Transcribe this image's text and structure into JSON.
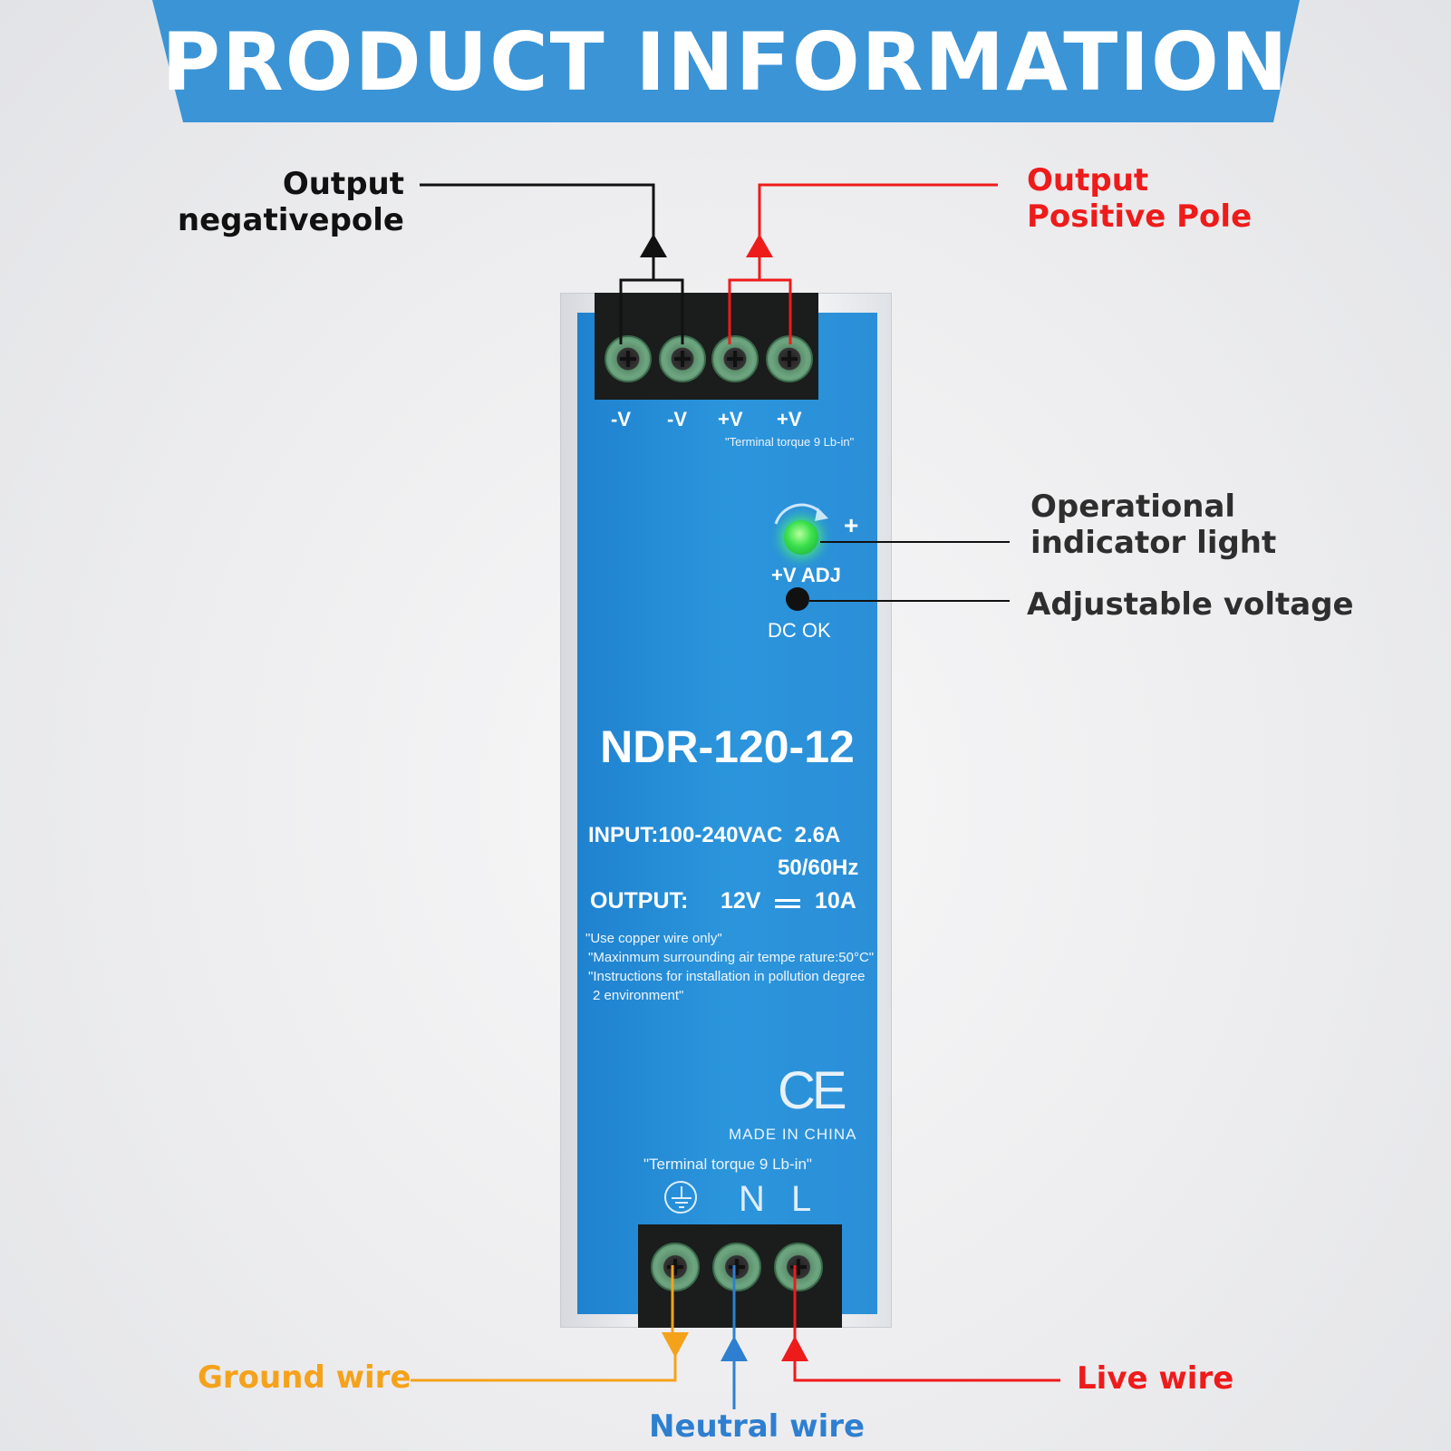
{
  "banner": {
    "title": "PRODUCT INFORMATION",
    "color": "#3b94d6"
  },
  "callouts": {
    "output_negative": [
      "Output",
      "negativepole"
    ],
    "output_positive": [
      "Output",
      "Positive Pole"
    ],
    "indicator": [
      "Operational",
      "indicator light"
    ],
    "adjustable": "Adjustable voltage",
    "ground": "Ground wire",
    "neutral": "Neutral wire",
    "live": "Live wire"
  },
  "colors": {
    "negative": "#111111",
    "positive": "#ee1b1b",
    "ground": "#f5a21b",
    "neutral": "#2f7fd0",
    "live": "#ee1b1b",
    "panel": "#2b8fd8"
  },
  "device": {
    "output_terminals": [
      "-V",
      "-V",
      "+V",
      "+V"
    ],
    "top_torque_note": "\"Terminal torque 9 Lb-in\"",
    "adj_label": "+V ADJ",
    "adj_plus": "+",
    "dc_ok_label": "DC OK",
    "model": "NDR-120-12",
    "input_line": "INPUT:100-240VAC  2.6A",
    "input_freq": "50/60Hz",
    "output_label": "OUTPUT:",
    "output_voltage": "12V",
    "output_current": "10A",
    "notes": [
      "\"Use copper wire only\"",
      "\"Maxinmum surrounding air tempe rature:50°C\"",
      "\"Instructions for installation in pollution degree",
      "2 environment\""
    ],
    "ce_mark": "CE",
    "made_in": "MADE IN CHINA",
    "bottom_torque_note": "\"Terminal torque 9 Lb-in\"",
    "input_terminals": {
      "neutral": "N",
      "live": "L"
    },
    "icons": [
      "ground-symbol-icon",
      "led-indicator-icon",
      "voltage-adjust-icon"
    ]
  }
}
